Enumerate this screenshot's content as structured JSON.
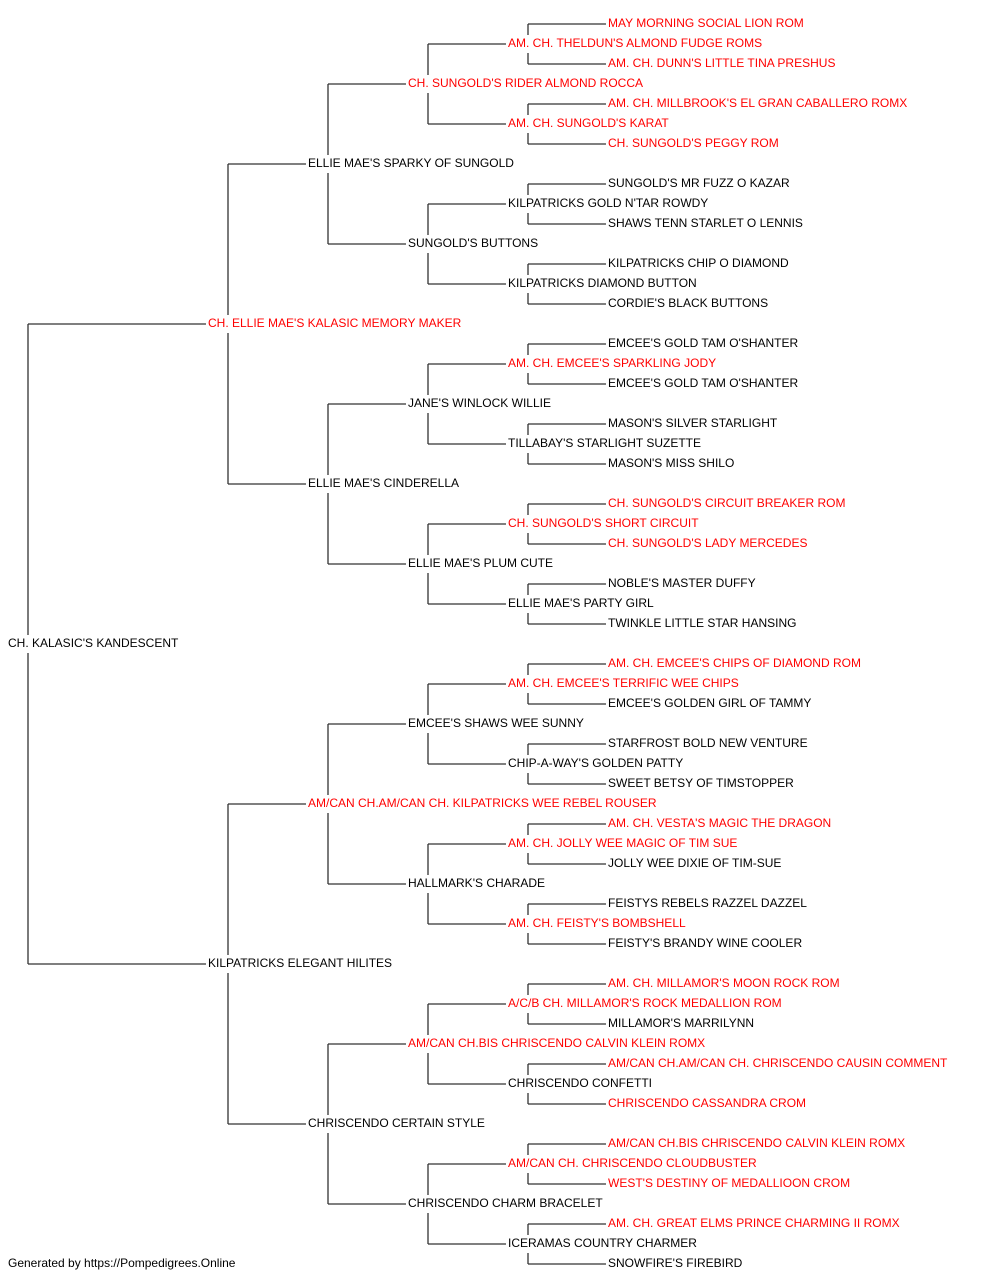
{
  "colors": {
    "champion": "#ff0000",
    "normal": "#000000",
    "line": "#333333"
  },
  "root": {
    "name": "CH. KALASIC'S KANDESCENT",
    "champion": false,
    "sire": {
      "name": "CH. ELLIE MAE'S KALASIC MEMORY MAKER",
      "champion": true,
      "sire": {
        "name": "ELLIE MAE'S SPARKY OF SUNGOLD",
        "champion": false,
        "sire": {
          "name": "CH. SUNGOLD'S RIDER ALMOND ROCCA",
          "champion": true,
          "sire": {
            "name": "AM. CH. THELDUN'S ALMOND FUDGE ROMS",
            "champion": true,
            "sire": {
              "name": "MAY MORNING SOCIAL LION ROM",
              "champion": true
            },
            "dam": {
              "name": "AM. CH. DUNN'S LITTLE TINA PRESHUS",
              "champion": true
            }
          },
          "dam": {
            "name": "AM. CH. SUNGOLD'S KARAT",
            "champion": true,
            "sire": {
              "name": "AM. CH. MILLBROOK'S EL GRAN CABALLERO ROMX",
              "champion": true
            },
            "dam": {
              "name": "CH. SUNGOLD'S PEGGY ROM",
              "champion": true
            }
          }
        },
        "dam": {
          "name": "SUNGOLD'S BUTTONS",
          "champion": false,
          "sire": {
            "name": "KILPATRICKS GOLD N'TAR ROWDY",
            "champion": false,
            "sire": {
              "name": "SUNGOLD'S MR FUZZ O KAZAR",
              "champion": false
            },
            "dam": {
              "name": "SHAWS TENN STARLET O LENNIS",
              "champion": false
            }
          },
          "dam": {
            "name": "KILPATRICKS DIAMOND BUTTON",
            "champion": false,
            "sire": {
              "name": "KILPATRICKS CHIP O DIAMOND",
              "champion": false
            },
            "dam": {
              "name": "CORDIE'S BLACK BUTTONS",
              "champion": false
            }
          }
        }
      },
      "dam": {
        "name": "ELLIE MAE'S CINDERELLA",
        "champion": false,
        "sire": {
          "name": "JANE'S WINLOCK WILLIE",
          "champion": false,
          "sire": {
            "name": "AM. CH. EMCEE'S SPARKLING JODY",
            "champion": true,
            "sire": {
              "name": "EMCEE'S GOLD TAM O'SHANTER",
              "champion": false
            },
            "dam": {
              "name": "EMCEE'S GOLD TAM O'SHANTER",
              "champion": false
            }
          },
          "dam": {
            "name": "TILLABAY'S STARLIGHT SUZETTE",
            "champion": false,
            "sire": {
              "name": "MASON'S SILVER STARLIGHT",
              "champion": false
            },
            "dam": {
              "name": "MASON'S MISS SHILO",
              "champion": false
            }
          }
        },
        "dam": {
          "name": "ELLIE MAE'S PLUM CUTE",
          "champion": false,
          "sire": {
            "name": "CH. SUNGOLD'S SHORT CIRCUIT",
            "champion": true,
            "sire": {
              "name": "CH. SUNGOLD'S CIRCUIT BREAKER ROM",
              "champion": true
            },
            "dam": {
              "name": "CH. SUNGOLD'S LADY MERCEDES",
              "champion": true
            }
          },
          "dam": {
            "name": "ELLIE MAE'S PARTY GIRL",
            "champion": false,
            "sire": {
              "name": "NOBLE'S MASTER DUFFY",
              "champion": false
            },
            "dam": {
              "name": "TWINKLE LITTLE STAR HANSING",
              "champion": false
            }
          }
        }
      }
    },
    "dam": {
      "name": "KILPATRICKS ELEGANT HILITES",
      "champion": false,
      "sire": {
        "name": "AM/CAN CH.AM/CAN CH. KILPATRICKS WEE REBEL ROUSER",
        "champion": true,
        "sire": {
          "name": "EMCEE'S SHAWS WEE SUNNY",
          "champion": false,
          "sire": {
            "name": "AM. CH. EMCEE'S TERRIFIC WEE CHIPS",
            "champion": true,
            "sire": {
              "name": "AM. CH. EMCEE'S CHIPS OF DIAMOND ROM",
              "champion": true
            },
            "dam": {
              "name": "EMCEE'S GOLDEN GIRL OF TAMMY",
              "champion": false
            }
          },
          "dam": {
            "name": "CHIP-A-WAY'S GOLDEN PATTY",
            "champion": false,
            "sire": {
              "name": "STARFROST BOLD NEW VENTURE",
              "champion": false
            },
            "dam": {
              "name": "SWEET BETSY OF TIMSTOPPER",
              "champion": false
            }
          }
        },
        "dam": {
          "name": "HALLMARK'S CHARADE",
          "champion": false,
          "sire": {
            "name": "AM. CH. JOLLY WEE MAGIC OF TIM SUE",
            "champion": true,
            "sire": {
              "name": "AM. CH. VESTA'S MAGIC THE DRAGON",
              "champion": true
            },
            "dam": {
              "name": "JOLLY WEE DIXIE OF TIM-SUE",
              "champion": false
            }
          },
          "dam": {
            "name": "AM. CH. FEISTY'S BOMBSHELL",
            "champion": true,
            "sire": {
              "name": "FEISTYS REBELS RAZZEL DAZZEL",
              "champion": false
            },
            "dam": {
              "name": "FEISTY'S BRANDY WINE COOLER",
              "champion": false
            }
          }
        }
      },
      "dam": {
        "name": "CHRISCENDO CERTAIN STYLE",
        "champion": false,
        "sire": {
          "name": "AM/CAN CH.BIS CHRISCENDO CALVIN KLEIN ROMX",
          "champion": true,
          "sire": {
            "name": "A/C/B CH. MILLAMOR'S ROCK MEDALLION ROM",
            "champion": true,
            "sire": {
              "name": "AM. CH. MILLAMOR'S MOON ROCK ROM",
              "champion": true
            },
            "dam": {
              "name": "MILLAMOR'S MARRILYNN",
              "champion": false
            }
          },
          "dam": {
            "name": "CHRISCENDO CONFETTI",
            "champion": false,
            "sire": {
              "name": "AM/CAN CH.AM/CAN CH. CHRISCENDO CAUSIN COMMENT",
              "champion": true
            },
            "dam": {
              "name": "CHRISCENDO CASSANDRA CROM",
              "champion": true
            }
          }
        },
        "dam": {
          "name": "CHRISCENDO CHARM BRACELET",
          "champion": false,
          "sire": {
            "name": "AM/CAN CH. CHRISCENDO CLOUDBUSTER",
            "champion": true,
            "sire": {
              "name": "AM/CAN CH.BIS CHRISCENDO CALVIN KLEIN ROMX",
              "champion": true
            },
            "dam": {
              "name": "WEST'S DESTINY OF MEDALLIOON CROM",
              "champion": true
            }
          },
          "dam": {
            "name": "ICERAMAS COUNTRY CHARMER",
            "champion": false,
            "sire": {
              "name": "AM. CH. GREAT ELMS PRINCE CHARMING II ROMX",
              "champion": true
            },
            "dam": {
              "name": "SNOWFIRE'S FIREBIRD",
              "champion": false
            }
          }
        }
      }
    }
  },
  "footer": {
    "text": "Generated by https://Pompedigrees.Online"
  }
}
